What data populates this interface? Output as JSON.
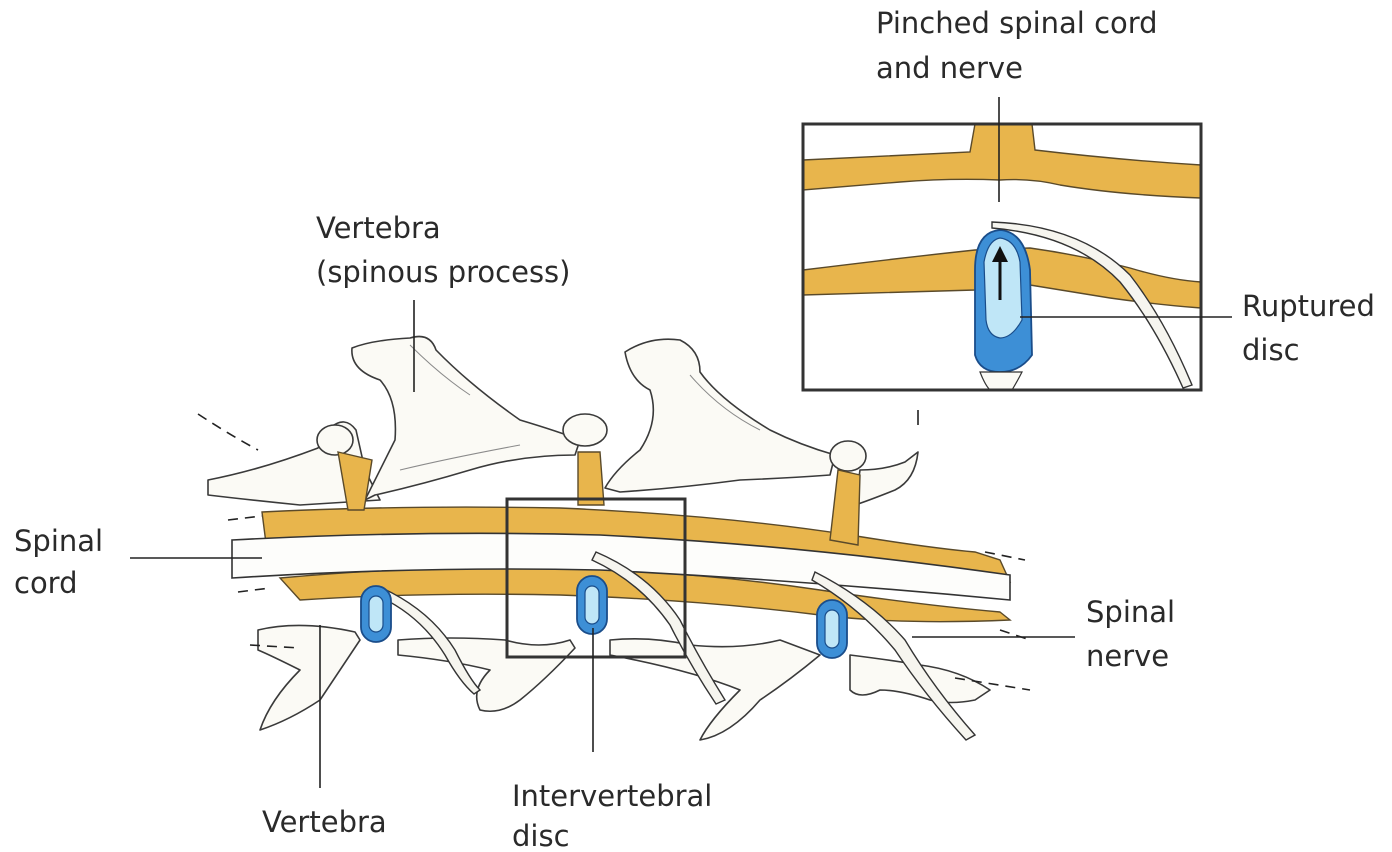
{
  "labels": {
    "pinched_line1": "Pinched spinal cord",
    "pinched_line2": "and nerve",
    "vertebra_spinous_line1": "Vertebra",
    "vertebra_spinous_line2": "(spinous process)",
    "ruptured_line1": "Ruptured",
    "ruptured_line2": "disc",
    "spinal_cord_line1": "Spinal",
    "spinal_cord_line2": "cord",
    "spinal_nerve_line1": "Spinal",
    "spinal_nerve_line2": "nerve",
    "vertebra_bottom": "Vertebra",
    "intervertebral_line1": "Intervertebral",
    "intervertebral_line2": "disc"
  },
  "colors": {
    "spinal_canal": "#e8b54c",
    "disc_annulus": "#3d8fd6",
    "disc_nucleus": "#bfe6f7",
    "bone": "#fbfaf5"
  }
}
